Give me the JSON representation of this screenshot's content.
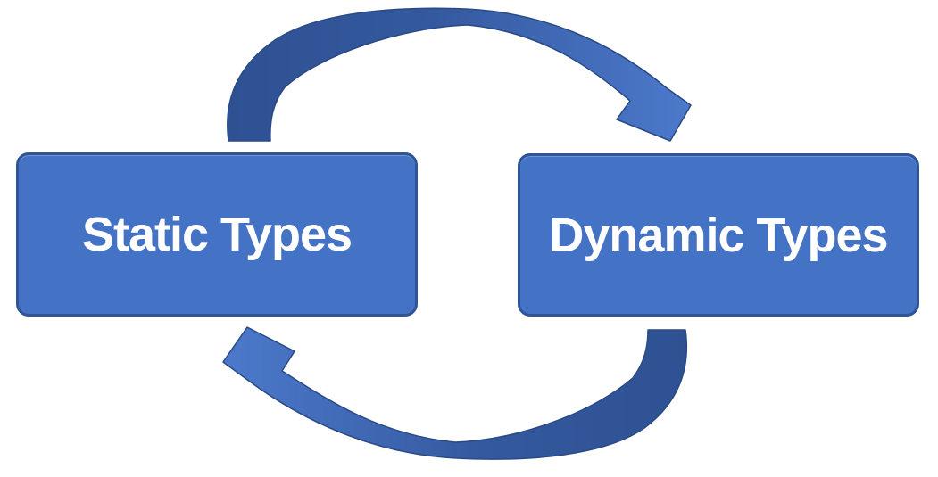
{
  "diagram": {
    "background": "#FFFFFF",
    "nodes": {
      "left": {
        "label": "Static Types"
      },
      "right": {
        "label": "Dynamic Types"
      }
    },
    "arrows": {
      "top": {
        "from": "Static Types",
        "to": "Dynamic Types",
        "shape": "curved-block-arrow",
        "direction": "clockwise-over-top"
      },
      "bottom": {
        "from": "Dynamic Types",
        "to": "Static Types",
        "shape": "curved-block-arrow",
        "direction": "clockwise-under-bottom"
      }
    },
    "colors": {
      "node_fill": "#4472C4",
      "node_border": "#2F5597",
      "label_text": "#FFFFFF",
      "arrow_dark": "#2E5192",
      "arrow_light": "#4C79CB",
      "arrow_outline": "#2A4A85"
    }
  }
}
